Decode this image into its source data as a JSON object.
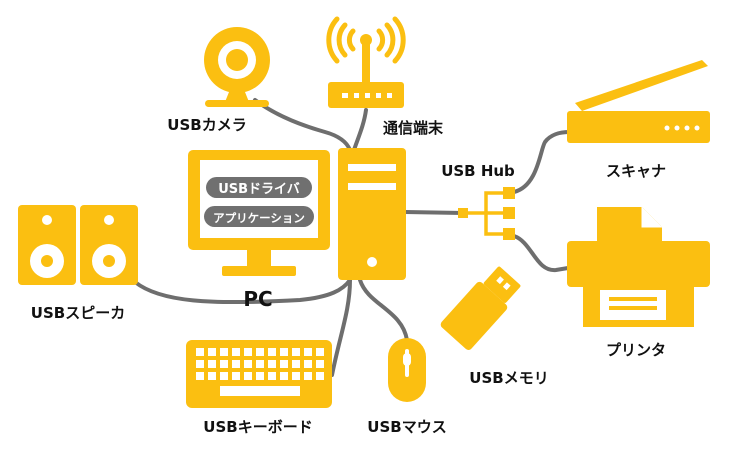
{
  "colors": {
    "accent": "#FBBF11",
    "cable": "#6E6E6E",
    "pill": "#707070",
    "text": "#111111",
    "background": "#FFFFFF"
  },
  "pc": {
    "label": "PC",
    "screen_items": [
      "USBドライバ",
      "アプリケーション"
    ]
  },
  "devices": {
    "camera": "USBカメラ",
    "router": "通信端末",
    "hub": "USB Hub",
    "scanner": "スキャナ",
    "printer": "プリンタ",
    "speaker": "USBスピーカ",
    "memory": "USBメモリ",
    "keyboard": "USBキーボード",
    "mouse": "USBマウス"
  },
  "icons": [
    "webcam-icon",
    "router-icon",
    "monitor-icon",
    "tower-icon",
    "usb-hub-icon",
    "scanner-icon",
    "printer-icon",
    "speaker-icon",
    "usb-memory-icon",
    "keyboard-icon",
    "mouse-icon"
  ]
}
